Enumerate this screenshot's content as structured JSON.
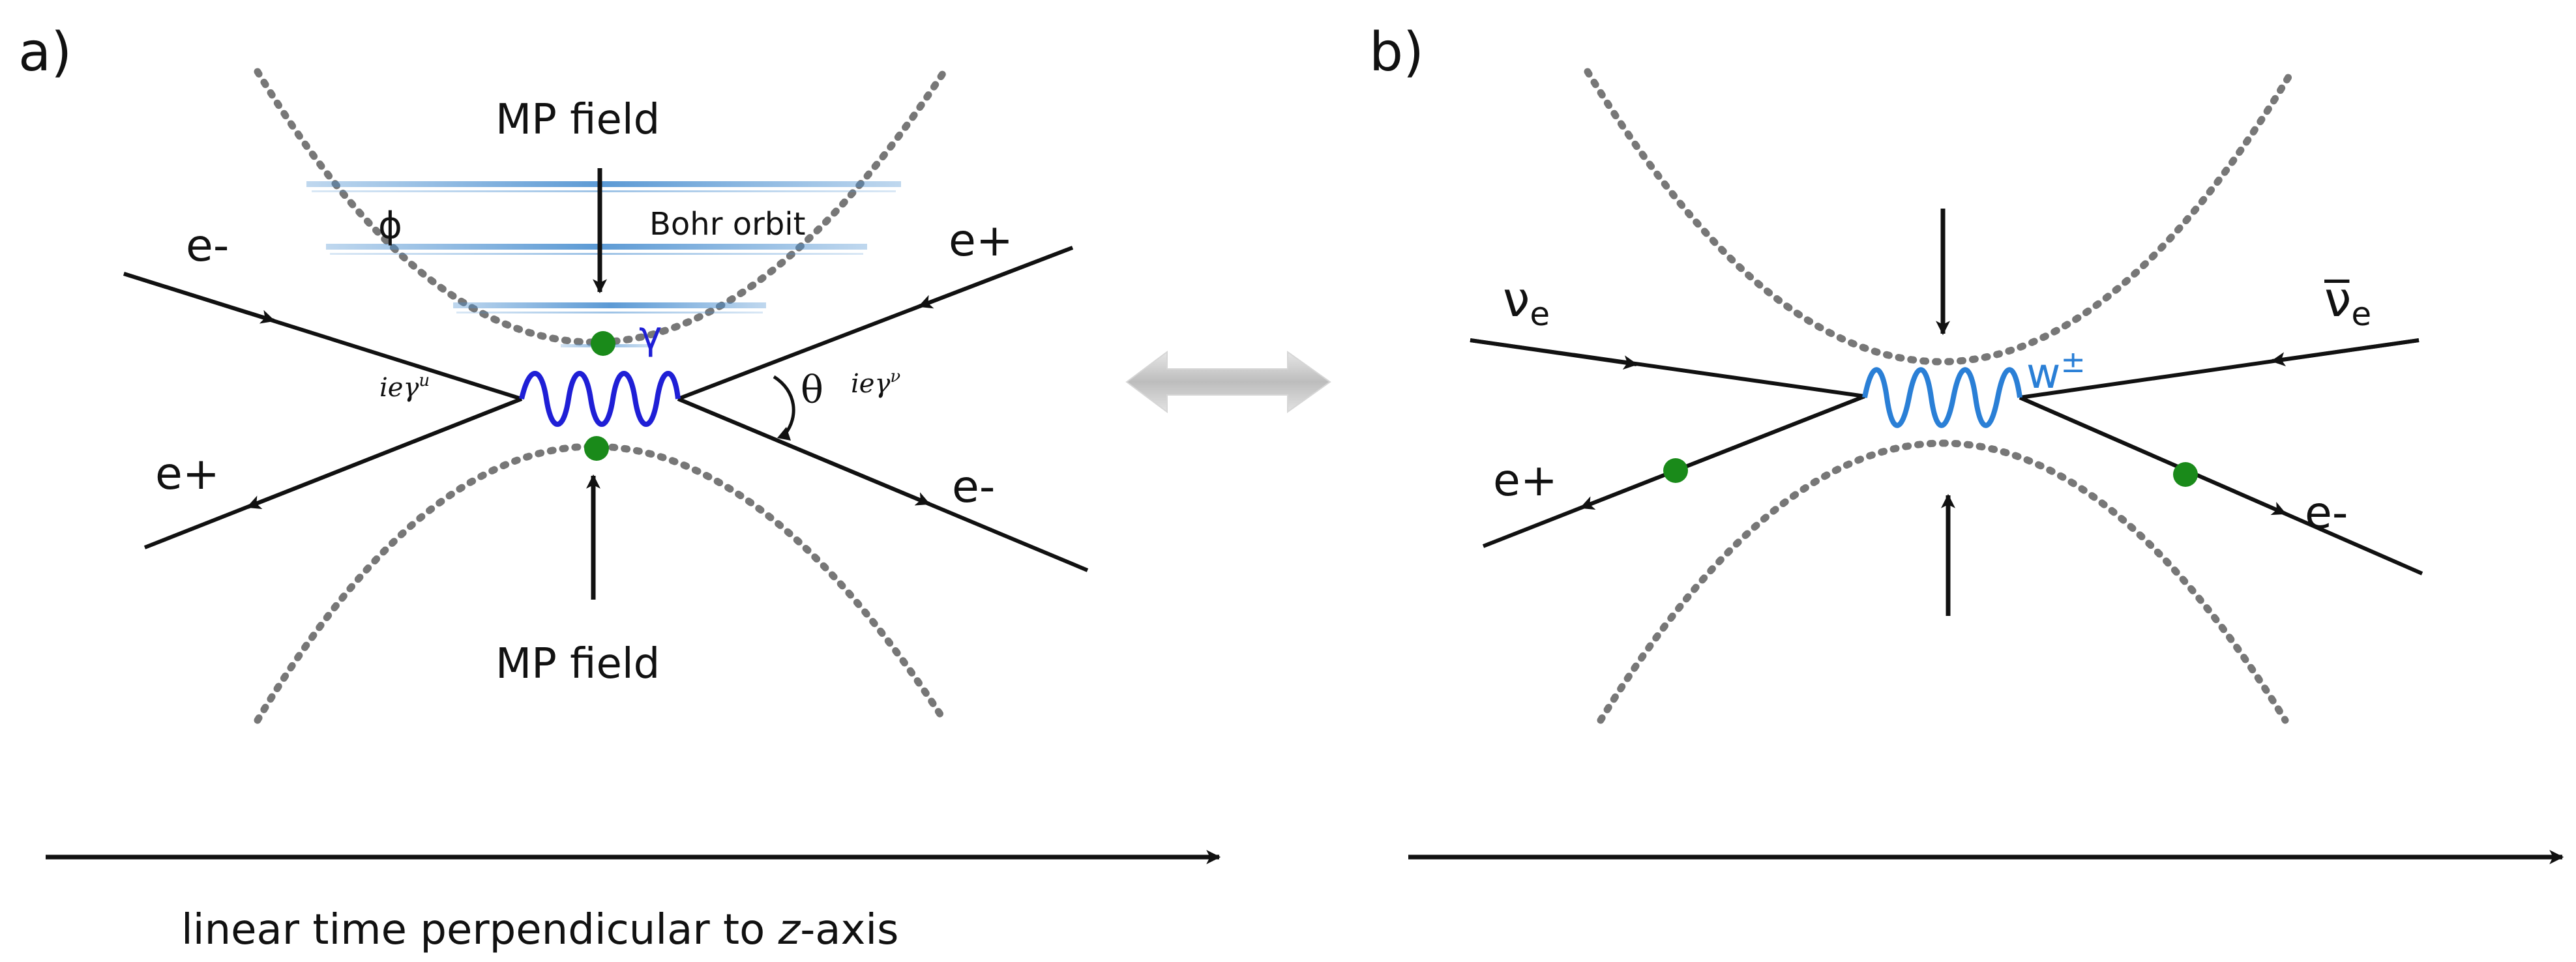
{
  "panels": [
    {
      "id": "a",
      "tag": "a)",
      "field_label_top": "MP field",
      "field_label_bottom": "MP field",
      "orbit_label": "Bohr orbit",
      "phi_symbol": "ϕ",
      "theta_symbol": "θ",
      "photon_label": "γ",
      "vertex_left_label": "ieγ",
      "vertex_left_sup": "u",
      "vertex_right_label": "ieγ",
      "vertex_right_sup": "ν",
      "particles": {
        "in_left": "e-",
        "in_right": "e+",
        "out_left": "e+",
        "out_right": "e-"
      },
      "axis_label": "linear time perpendicular to",
      "axis_label_var": "z",
      "axis_label_suffix": "-axis"
    },
    {
      "id": "b",
      "tag": "b)",
      "boson_label": "w",
      "boson_sup": "±",
      "particles": {
        "in_left": "ν",
        "in_left_sub": "e",
        "in_right": "ν̅",
        "in_right_sub": "e",
        "out_left": "e+",
        "out_right": "e-"
      }
    }
  ],
  "colors": {
    "line": "#111111",
    "dotted_field": "#777777",
    "photon": "#1f1fd6",
    "w_boson": "#2a7fd6",
    "dot": "#1a8a1a",
    "orbit": "#4a8fd0",
    "double_arrow": "#c8c8c8"
  }
}
